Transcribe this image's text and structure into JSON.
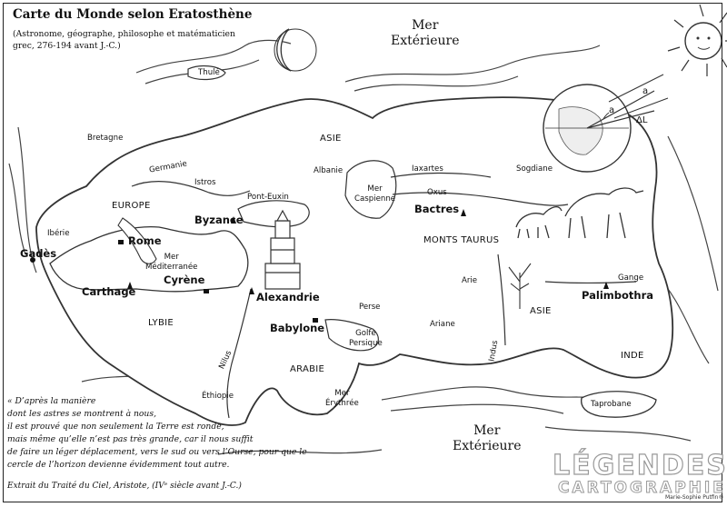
{
  "title": "Carte du Monde selon Eratosthène",
  "subtitle": "(Astronome, géographe, philosophe et matématicien grec, 276-194 avant J.-C.)",
  "seas": {
    "outer_top_1": "Mer",
    "outer_top_2": "Extérieure",
    "outer_bottom_1": "Mer",
    "outer_bottom_2": "Extérieure",
    "mediterranean_1": "Mer",
    "mediterranean_2": "Méditerranée",
    "caspian_1": "Mer",
    "caspian_2": "Caspienne",
    "erythree_1": "Mer",
    "erythree_2": "Érythrée",
    "golf_1": "Golfe",
    "golf_2": "Persique",
    "pont_euxin": "Pont-Euxin"
  },
  "regions": {
    "thule": "Thulé",
    "bretagne": "Bretagne",
    "germanie": "Germanie",
    "europe": "EUROPE",
    "asie_north": "ASIE",
    "asie_india": "ASIE",
    "albanie": "Albanie",
    "iberie": "Ibérie",
    "lybie": "LYBIE",
    "arabie": "ARABIE",
    "ethiopie": "Éthiopie",
    "perse": "Perse",
    "ariane": "Ariane",
    "arie": "Arie",
    "sogdiane": "Sogdiane",
    "monts_taurus": "MONTS TAURUS",
    "inde": "INDE",
    "taprobane": "Taprobane"
  },
  "rivers": {
    "istros": "Istros",
    "iaxartes": "Iaxartes",
    "oxus": "Oxus",
    "nilus": "Nilus",
    "indus": "Indus",
    "gange": "Gange"
  },
  "cities": {
    "gades": "Gadès",
    "rome": "Rome",
    "carthage": "Carthage",
    "cyrene": "Cyrène",
    "byzance": "Byzance",
    "alexandrie": "Alexandrie",
    "babylone": "Babylone",
    "bactres": "Bactres",
    "palimbothra": "Palimbothra"
  },
  "diagram": {
    "label_a_top": "a",
    "label_a_bottom": "a",
    "label_delta": "ΔL"
  },
  "quote_lines": [
    "« D’après la manière",
    "dont les astres se montrent à nous,",
    "il est prouvé que non seulement la Terre est ronde,",
    "mais même qu’elle n’est pas très grande, car il nous suffit",
    "de faire un léger déplacement, vers le sud ou vers l’Ourse, pour que le",
    "cercle de l’horizon devienne évidemment tout autre."
  ],
  "source": "Extrait du Traité du Ciel, Aristote, (IVᵉ siècle avant J.-C.)",
  "logo_line1": "LÉGENDES",
  "logo_line2": "CARTOGRAPHIE",
  "author": "Marie-Sophie Putfin®"
}
